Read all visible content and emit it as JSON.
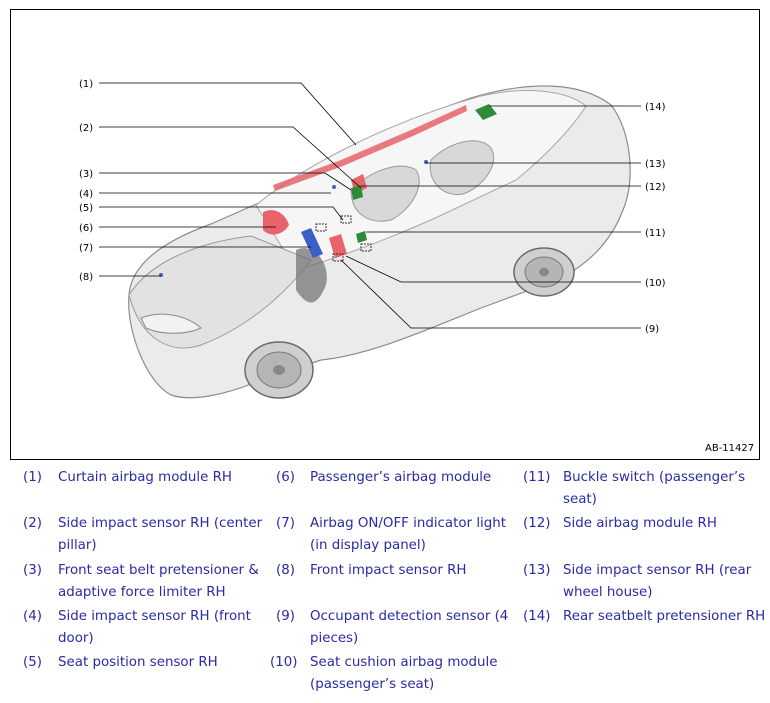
{
  "figure": {
    "figure_id": "AB-11427",
    "callouts": [
      "(1)",
      "(2)",
      "(3)",
      "(4)",
      "(5)",
      "(6)",
      "(7)",
      "(8)",
      "(9)",
      "(10)",
      "(11)",
      "(12)",
      "(13)",
      "(14)"
    ]
  },
  "legend": {
    "items": [
      {
        "num": "(1)",
        "label": "Curtain airbag module RH"
      },
      {
        "num": "(2)",
        "label": "Side impact sensor RH (center pillar)"
      },
      {
        "num": "(3)",
        "label": "Front seat belt pretensioner & adaptive force limiter RH"
      },
      {
        "num": "(4)",
        "label": "Side impact sensor RH (front door)"
      },
      {
        "num": "(5)",
        "label": "Seat position sensor RH"
      },
      {
        "num": "(6)",
        "label": "Passenger’s airbag module"
      },
      {
        "num": "(7)",
        "label": "Airbag ON/OFF indicator light (in display panel)"
      },
      {
        "num": "(8)",
        "label": "Front impact sensor RH"
      },
      {
        "num": "(9)",
        "label": "Occupant detection sensor (4 pieces)"
      },
      {
        "num": "(10)",
        "label": "Seat cushion airbag module (passenger’s seat)"
      },
      {
        "num": "(11)",
        "label": "Buckle switch (passenger’s seat)"
      },
      {
        "num": "(12)",
        "label": "Side airbag module RH"
      },
      {
        "num": "(13)",
        "label": "Side impact sensor RH (rear wheel house)"
      },
      {
        "num": "(14)",
        "label": "Rear seatbelt pretensioner RH"
      }
    ]
  },
  "colors": {
    "airbag_module": "#e8636a",
    "sensor_green": "#2f8a3a",
    "indicator_blue": "#3a5fc8",
    "legend_text": "#2a2aa6"
  }
}
